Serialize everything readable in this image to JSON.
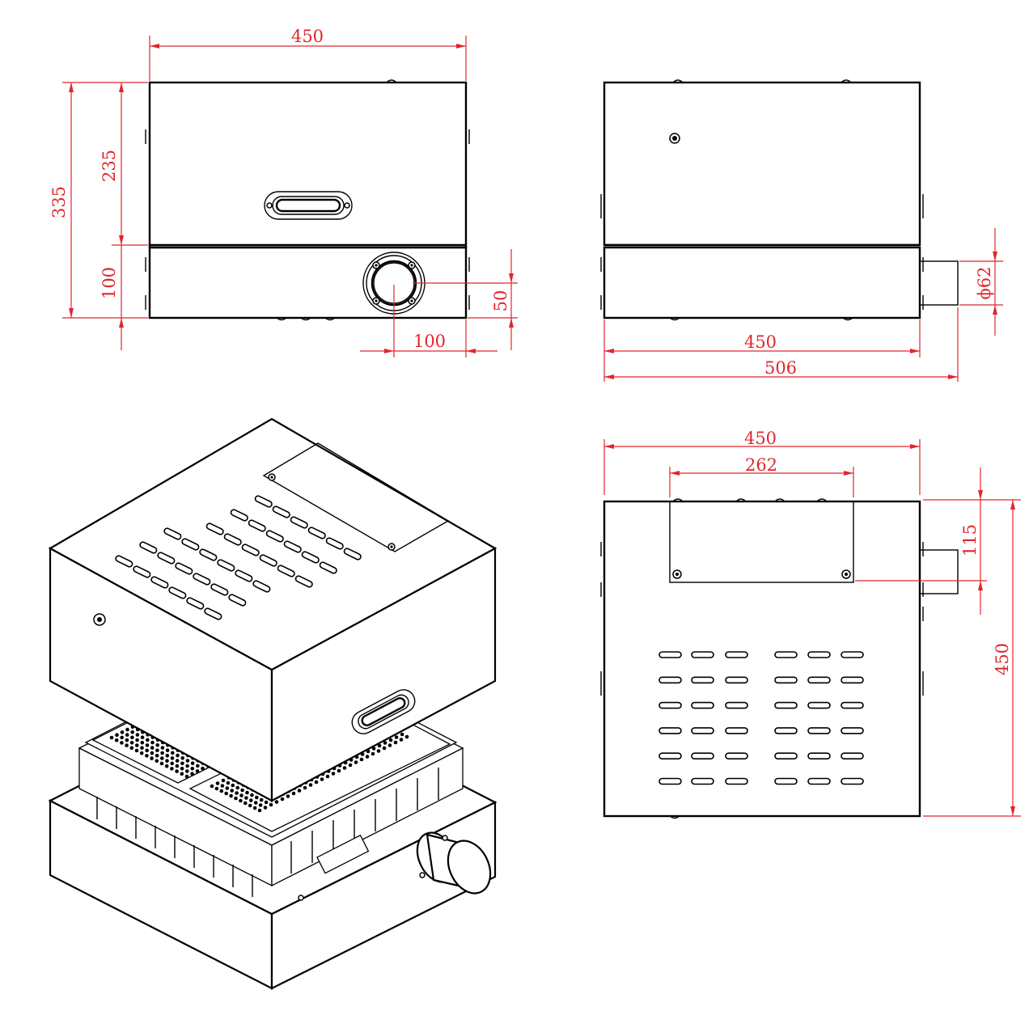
{
  "colors": {
    "dimension": "#e1262d",
    "line": "#000000",
    "background": "#ffffff"
  },
  "front_view": {
    "width_label": "450",
    "total_height_label": "335",
    "upper_height_label": "235",
    "lower_height_label": "100",
    "port_offset_v_label": "50",
    "port_offset_h_label": "100"
  },
  "side_view": {
    "body_width_label": "450",
    "total_width_label": "506",
    "port_diameter_label": "ϕ62"
  },
  "top_view": {
    "width_label": "450",
    "panel_width_label": "262",
    "depth_label": "450",
    "port_offset_label": "115"
  }
}
